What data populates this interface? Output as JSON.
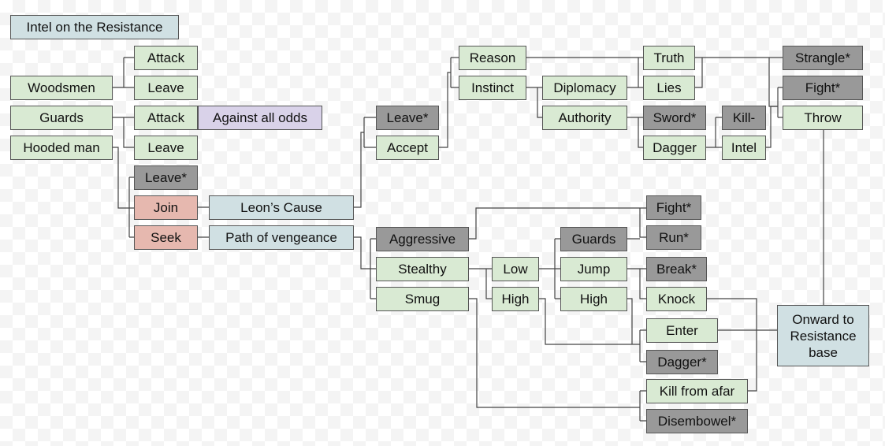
{
  "colors": {
    "green": "#d9ead3",
    "gray": "#999999",
    "red": "#e6b8af",
    "blue": "#d0e0e3",
    "purple": "#d9d2e9"
  },
  "nodes": {
    "intel_title": {
      "label": "Intel on the Resistance",
      "type": "blue"
    },
    "woodsmen": {
      "label": "Woodsmen",
      "type": "green"
    },
    "guards": {
      "label": "Guards",
      "type": "green"
    },
    "hooded_man": {
      "label": "Hooded man",
      "type": "green"
    },
    "woodsmen_attack": {
      "label": "Attack",
      "type": "green"
    },
    "woodsmen_leave": {
      "label": "Leave",
      "type": "green"
    },
    "guards_attack": {
      "label": "Attack",
      "type": "green"
    },
    "against_all_odds": {
      "label": "Against all odds",
      "type": "purple"
    },
    "guards_leave": {
      "label": "Leave",
      "type": "green"
    },
    "hooded_leave": {
      "label": "Leave*",
      "type": "gray"
    },
    "join": {
      "label": "Join",
      "type": "red"
    },
    "seek": {
      "label": "Seek",
      "type": "red"
    },
    "leons_cause": {
      "label": "Leon’s Cause",
      "type": "blue"
    },
    "path_of_vengeance": {
      "label": "Path of vengeance",
      "type": "blue"
    },
    "leon_leave": {
      "label": "Leave*",
      "type": "gray"
    },
    "accept": {
      "label": "Accept",
      "type": "green"
    },
    "reason": {
      "label": "Reason",
      "type": "green"
    },
    "instinct": {
      "label": "Instinct",
      "type": "green"
    },
    "diplomacy": {
      "label": "Diplomacy",
      "type": "green"
    },
    "authority": {
      "label": "Authority",
      "type": "green"
    },
    "truth": {
      "label": "Truth",
      "type": "green"
    },
    "lies": {
      "label": "Lies",
      "type": "green"
    },
    "sword": {
      "label": "Sword*",
      "type": "gray"
    },
    "dagger": {
      "label": "Dagger",
      "type": "green"
    },
    "kill": {
      "label": "Kill-",
      "type": "gray"
    },
    "intel": {
      "label": "Intel",
      "type": "green"
    },
    "strangle": {
      "label": "Strangle*",
      "type": "gray"
    },
    "fight_top": {
      "label": "Fight*",
      "type": "gray"
    },
    "throw": {
      "label": "Throw",
      "type": "green"
    },
    "aggressive": {
      "label": "Aggressive",
      "type": "gray"
    },
    "stealthy": {
      "label": "Stealthy",
      "type": "green"
    },
    "smug": {
      "label": "Smug",
      "type": "green"
    },
    "low": {
      "label": "Low",
      "type": "green"
    },
    "high1": {
      "label": "High",
      "type": "green"
    },
    "guards2": {
      "label": "Guards",
      "type": "gray"
    },
    "jump": {
      "label": "Jump",
      "type": "green"
    },
    "high2": {
      "label": "High",
      "type": "green"
    },
    "fight_low": {
      "label": "Fight*",
      "type": "gray"
    },
    "run": {
      "label": "Run*",
      "type": "gray"
    },
    "break": {
      "label": "Break*",
      "type": "gray"
    },
    "knock": {
      "label": "Knock",
      "type": "green"
    },
    "enter": {
      "label": "Enter",
      "type": "green"
    },
    "dagger2": {
      "label": "Dagger*",
      "type": "gray"
    },
    "kill_from_afar": {
      "label": "Kill from afar",
      "type": "green"
    },
    "disembowel": {
      "label": "Disembowel*",
      "type": "gray"
    },
    "onward": {
      "label": "Onward to Resistance base",
      "type": "blue"
    }
  }
}
